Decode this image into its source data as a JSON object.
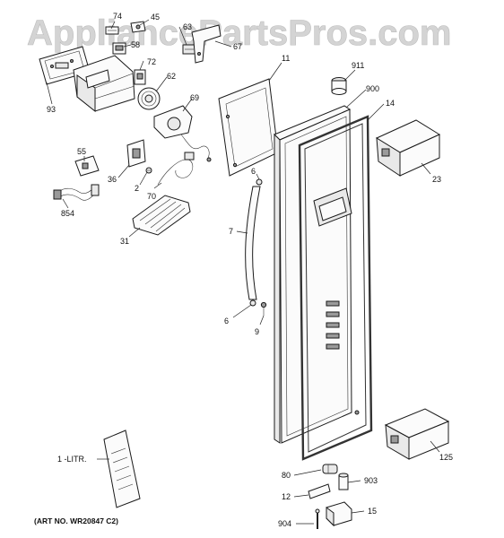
{
  "watermark": "AppliancePartsPros.com",
  "art_no": "(ART NO. WR20847 C2)",
  "labels": {
    "p74": "74",
    "p45": "45",
    "p63": "63",
    "p58": "58",
    "p67": "67",
    "p72": "72",
    "p62": "62",
    "p93": "93",
    "p69": "69",
    "p11": "11",
    "p911": "911",
    "p900": "900",
    "p14": "14",
    "p55": "55",
    "p36": "36",
    "p2": "2",
    "p70": "70",
    "p854": "854",
    "p23": "23",
    "p6a": "6",
    "p7": "7",
    "p31": "31",
    "p6b": "6",
    "p9": "9",
    "p125": "125",
    "p1litr": "1 -LITR.",
    "p80": "80",
    "p903": "903",
    "p12": "12",
    "p15": "15",
    "p904": "904"
  }
}
